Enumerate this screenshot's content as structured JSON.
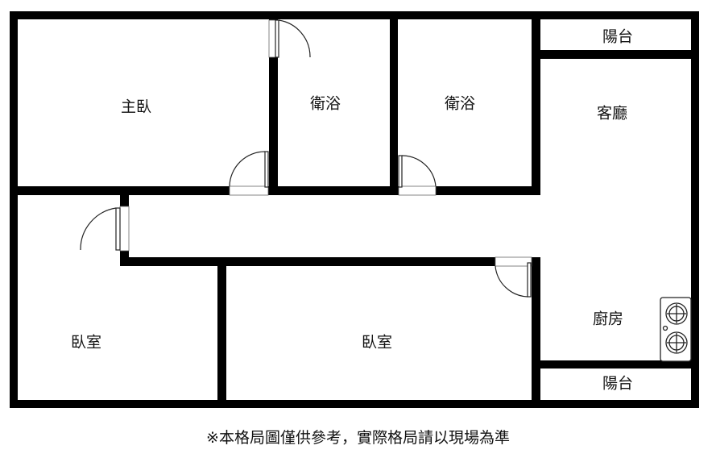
{
  "rooms": {
    "master_bedroom": "主臥",
    "bathroom_1": "衛浴",
    "bathroom_2": "衛浴",
    "balcony_top": "陽台",
    "living_room": "客廳",
    "kitchen": "廚房",
    "bedroom_left": "臥室",
    "bedroom_center": "臥室",
    "balcony_bottom": "陽台"
  },
  "disclaimer": "※本格局圖僅供參考，實際格局請以現場為準"
}
